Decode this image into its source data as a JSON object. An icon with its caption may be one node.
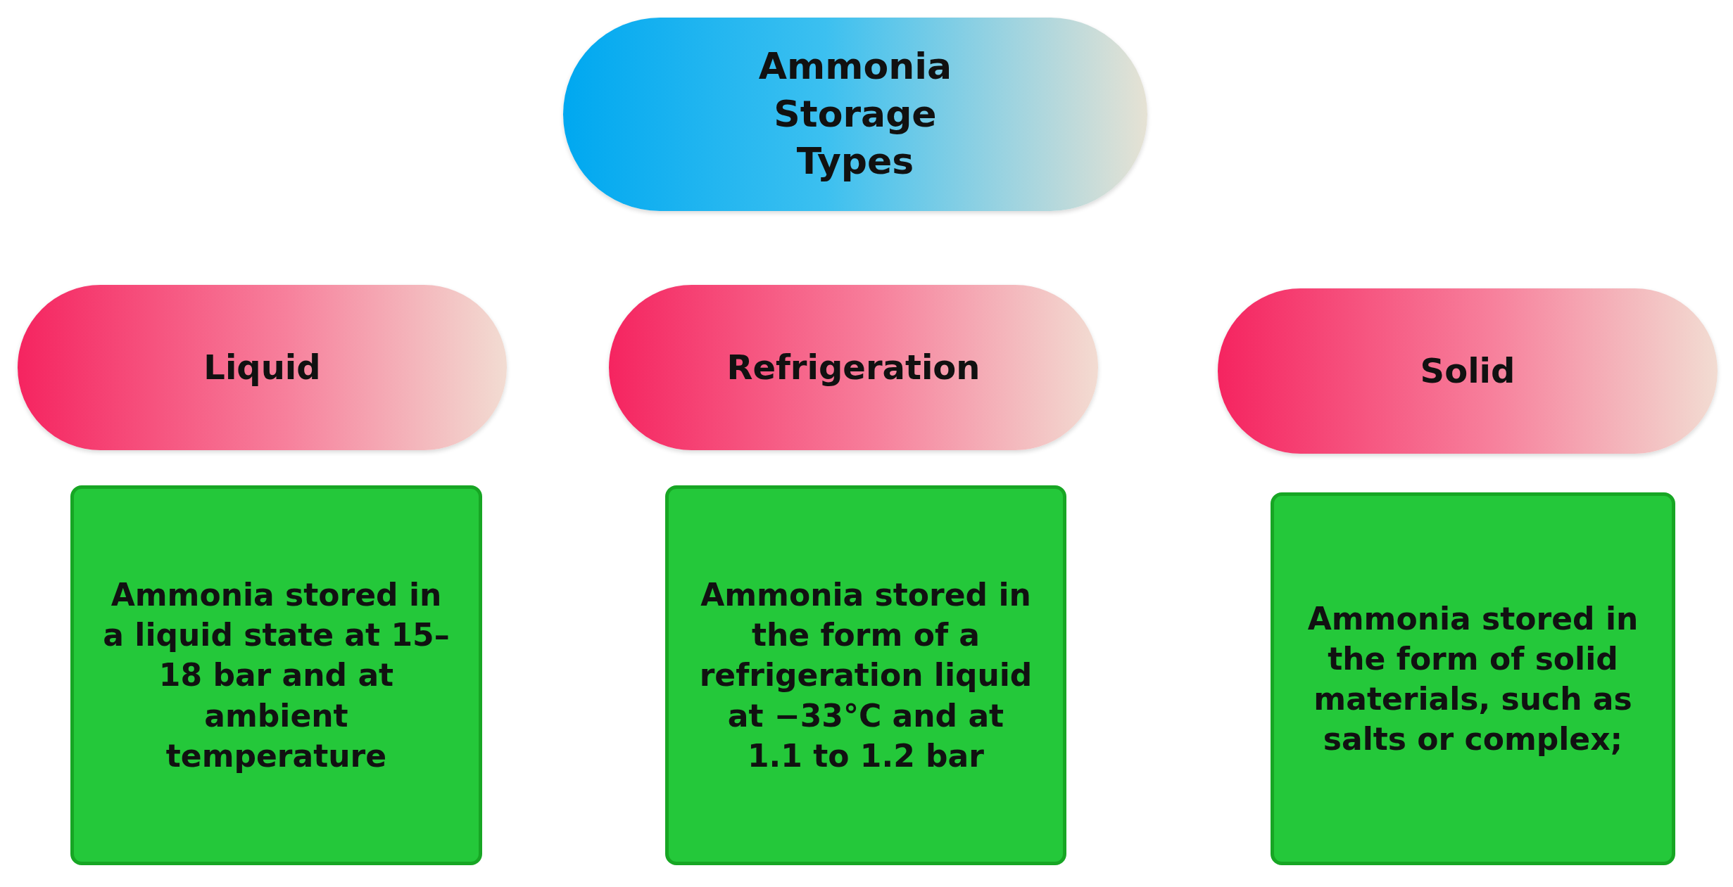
{
  "diagram": {
    "nodes": [
      {
        "text": [
          "Ammonia Storage Types"
        ]
      },
      {
        "text": [
          "Liquid"
        ]
      },
      {
        "text": [
          "Refrigeration"
        ]
      },
      {
        "text": [
          "Solid"
        ]
      },
      {
        "text": [
          "Ammonia stored in a liquid state at 15–18 bar and at ambient temperature"
        ]
      },
      {
        "text": [
          "Ammonia stored in the form of a refrigeration liquid at −33°C and at 1.1 to 1.2 bar"
        ]
      },
      {
        "text": [
          "Ammonia stored in the form of solid materials, such as salts or complex;"
        ]
      }
    ]
  }
}
